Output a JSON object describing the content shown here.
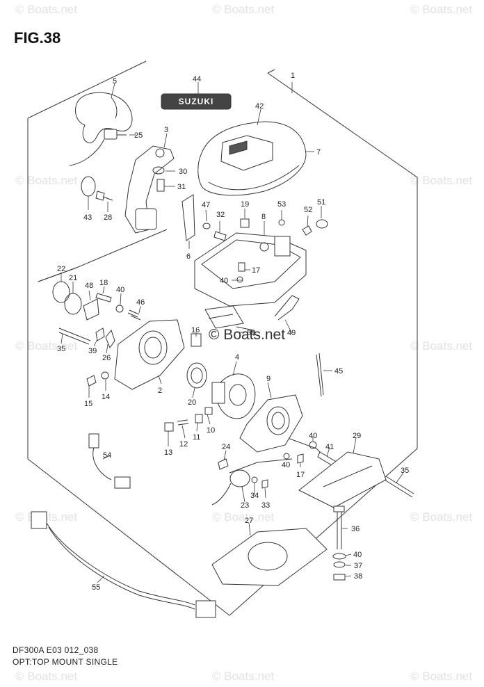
{
  "figure": {
    "title": "FIG.38"
  },
  "footer": {
    "line1": "DF300A  E03 012_038",
    "line2": "OPT:TOP MOUNT SINGLE"
  },
  "watermarks": {
    "small": "© Boats.net",
    "center": "© Boats.net"
  },
  "logo": {
    "text": "SUZUKI"
  },
  "callouts": [
    {
      "id": "1",
      "label": "1"
    },
    {
      "id": "2",
      "label": "2"
    },
    {
      "id": "3",
      "label": "3"
    },
    {
      "id": "4",
      "label": "4"
    },
    {
      "id": "5",
      "label": "5"
    },
    {
      "id": "6",
      "label": "6"
    },
    {
      "id": "7",
      "label": "7"
    },
    {
      "id": "8",
      "label": "8"
    },
    {
      "id": "9",
      "label": "9"
    },
    {
      "id": "10",
      "label": "10"
    },
    {
      "id": "11",
      "label": "11"
    },
    {
      "id": "12",
      "label": "12"
    },
    {
      "id": "13",
      "label": "13"
    },
    {
      "id": "14",
      "label": "14"
    },
    {
      "id": "15",
      "label": "15"
    },
    {
      "id": "16",
      "label": "16"
    },
    {
      "id": "17a",
      "label": "17"
    },
    {
      "id": "17b",
      "label": "17"
    },
    {
      "id": "18",
      "label": "18"
    },
    {
      "id": "19",
      "label": "19"
    },
    {
      "id": "20",
      "label": "20"
    },
    {
      "id": "21",
      "label": "21"
    },
    {
      "id": "22",
      "label": "22"
    },
    {
      "id": "23",
      "label": "23"
    },
    {
      "id": "24",
      "label": "24"
    },
    {
      "id": "25",
      "label": "25"
    },
    {
      "id": "26",
      "label": "26"
    },
    {
      "id": "27",
      "label": "27"
    },
    {
      "id": "28",
      "label": "28"
    },
    {
      "id": "29",
      "label": "29"
    },
    {
      "id": "30",
      "label": "30"
    },
    {
      "id": "31",
      "label": "31"
    },
    {
      "id": "32",
      "label": "32"
    },
    {
      "id": "33",
      "label": "33"
    },
    {
      "id": "34",
      "label": "34"
    },
    {
      "id": "35a",
      "label": "35"
    },
    {
      "id": "35b",
      "label": "35"
    },
    {
      "id": "36",
      "label": "36"
    },
    {
      "id": "37",
      "label": "37"
    },
    {
      "id": "38",
      "label": "38"
    },
    {
      "id": "39",
      "label": "39"
    },
    {
      "id": "40a",
      "label": "40"
    },
    {
      "id": "40b",
      "label": "40"
    },
    {
      "id": "40c",
      "label": "40"
    },
    {
      "id": "40d",
      "label": "40"
    },
    {
      "id": "40e",
      "label": "40"
    },
    {
      "id": "41",
      "label": "41"
    },
    {
      "id": "42",
      "label": "42"
    },
    {
      "id": "43",
      "label": "43"
    },
    {
      "id": "44",
      "label": "44"
    },
    {
      "id": "45",
      "label": "45"
    },
    {
      "id": "46",
      "label": "46"
    },
    {
      "id": "47",
      "label": "47"
    },
    {
      "id": "48",
      "label": "48"
    },
    {
      "id": "49",
      "label": "49"
    },
    {
      "id": "50",
      "label": "50"
    },
    {
      "id": "51",
      "label": "51"
    },
    {
      "id": "52",
      "label": "52"
    },
    {
      "id": "53",
      "label": "53"
    },
    {
      "id": "54",
      "label": "54"
    },
    {
      "id": "55",
      "label": "55"
    }
  ]
}
